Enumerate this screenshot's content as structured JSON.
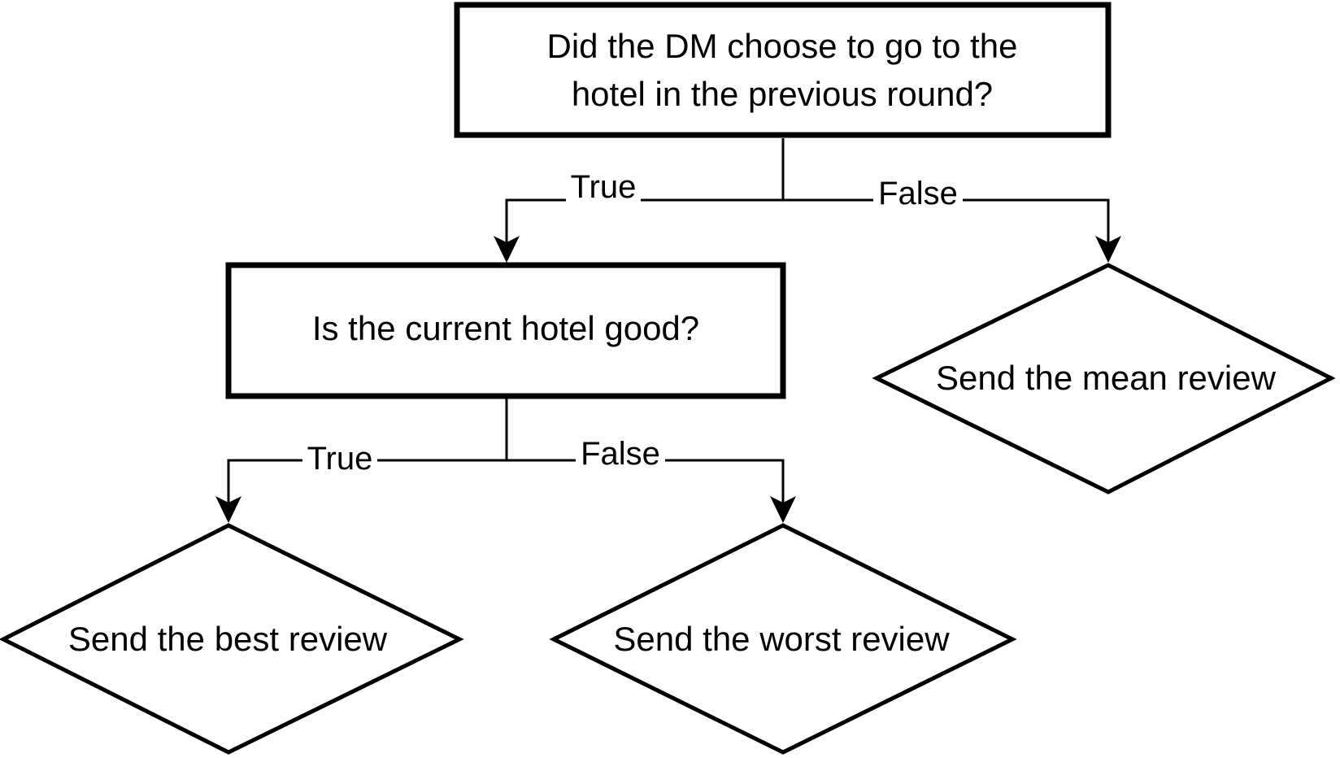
{
  "colors": {
    "stroke": "#000000",
    "background": "#ffffff"
  },
  "nodes": {
    "root": {
      "line1": "Did the DM choose to go to the",
      "line2": "hotel in the previous round?"
    },
    "hotel_good": {
      "label": "Is the current hotel good?"
    },
    "mean_review": {
      "label": "Send the mean review"
    },
    "best_review": {
      "label": "Send the best review"
    },
    "worst_review": {
      "label": "Send the worst review"
    }
  },
  "edges": {
    "root_true": "True",
    "root_false": "False",
    "hotel_true": "True",
    "hotel_false": "False"
  }
}
